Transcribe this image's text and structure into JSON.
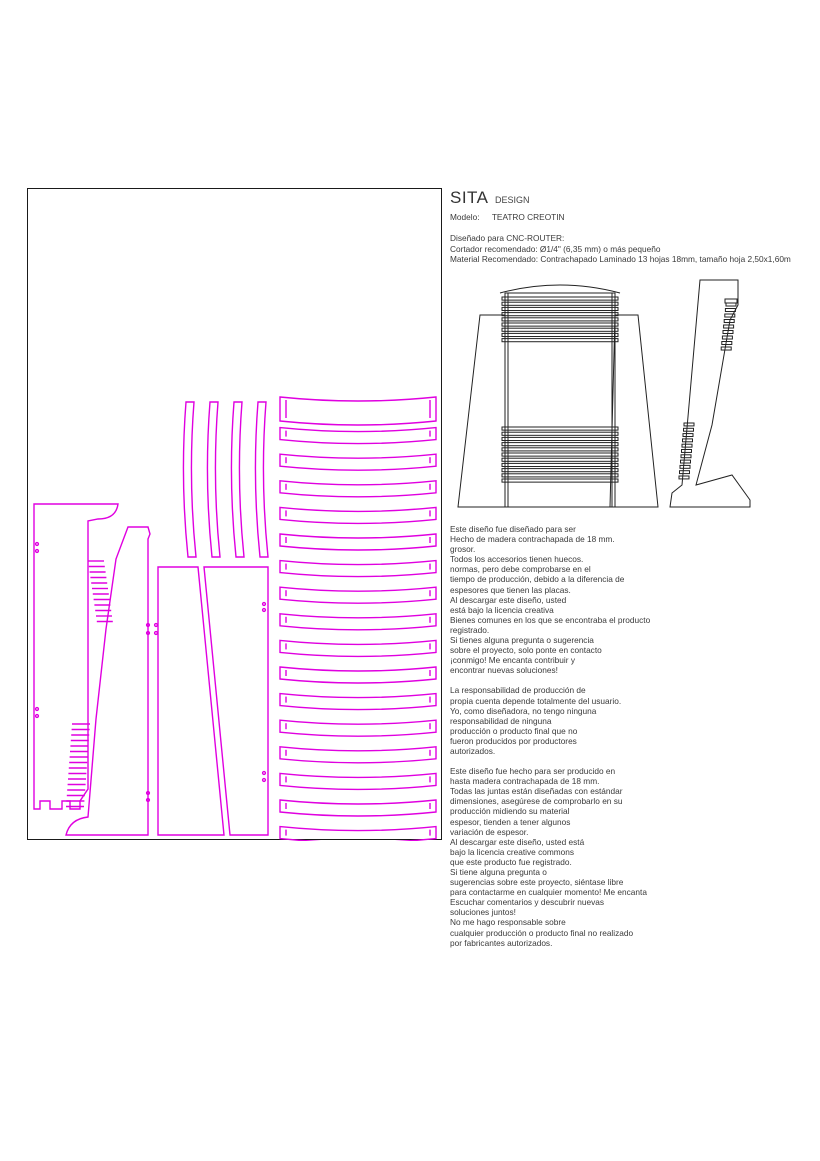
{
  "brand": {
    "name": "SITA",
    "suffix": "DESIGN"
  },
  "model": {
    "label": "Modelo:",
    "value": "TEATRO CREOTIN"
  },
  "specs": [
    "Diseñado para CNC-ROUTER:",
    "Cortador recomendado: Ø1/4\" (6,35 mm) o más pequeño",
    "Material Recomendado: Contrachapado Laminado 13 hojas 18mm, tamaño hoja 2,50x1,60m"
  ],
  "description": [
    [
      "Este diseño fue diseñado para ser",
      "Hecho de madera contrachapada de 18 mm.",
      "grosor.",
      "Todos los accesorios tienen huecos.",
      "normas, pero debe comprobarse en el",
      "tiempo de producción, debido a la diferencia de",
      "espesores que tienen las placas.",
      "Al descargar este diseño, usted",
      "está bajo la licencia creativa",
      "Bienes comunes en los que se encontraba el producto",
      "registrado.",
      "Si tienes alguna pregunta o sugerencia",
      "sobre el proyecto, solo ponte en contacto",
      "¡conmigo! Me encanta contribuir y",
      "encontrar nuevas soluciones!"
    ],
    [
      "La responsabilidad de producción de",
      "propia cuenta depende totalmente del usuario.",
      "Yo, como diseñadora, no tengo ninguna",
      "responsabilidad de ninguna",
      "producción o producto final que no",
      "fueron producidos por productores",
      "autorizados."
    ],
    [
      "Este diseño fue hecho para ser producido en",
      "hasta madera contrachapada de 18 mm.",
      "Todas las juntas están diseñadas con estándar",
      "dimensiones, asegúrese de comprobarlo en su",
      "producción midiendo su material",
      "espesor, tienden a tener algunos",
      "variación de espesor.",
      "Al descargar este diseño, usted está",
      "bajo la licencia creative commons",
      "que este producto fue registrado.",
      "Si tiene alguna pregunta o",
      "sugerencias sobre este proyecto, siéntase libre",
      "para contactarme en cualquier momento! Me encanta",
      "Escuchar comentarios y descubrir nuevas",
      "soluciones juntos!",
      "No me hago responsable sobre",
      "cualquier producción o producto final no realizado",
      "por fabricantes autorizados."
    ]
  ],
  "colors": {
    "cut_line": "#e000e0",
    "frame": "#1a1a1a",
    "drawing": "#222222"
  }
}
